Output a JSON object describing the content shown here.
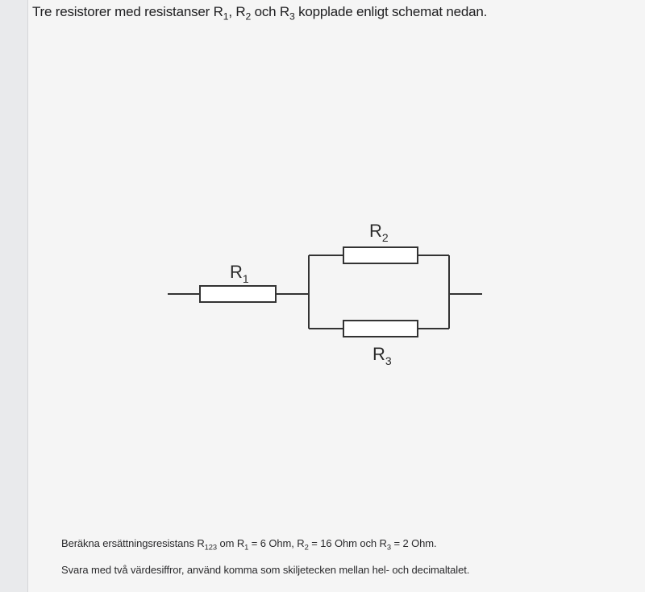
{
  "question": {
    "intro": {
      "text1": "Tre resistorer med resistanser R",
      "s1": "1",
      "text2": ", R",
      "s2": "2",
      "text3": " och R",
      "s3": "3",
      "text4": " kopplade enligt schemat nedan."
    },
    "task": {
      "t1": "Beräkna ersättningsresistans R",
      "s1": "123",
      "t2": " om R",
      "s2": "1",
      "t3": " = 6 Ohm, R",
      "s3": "2",
      "t4": " = 16 Ohm och R",
      "s4": "3",
      "t5": " = 2 Ohm."
    },
    "instruction": "Svara med två värdesiffror, använd komma som skiljetecken mellan hel- och decimaltalet."
  },
  "circuit": {
    "r1": {
      "letter": "R",
      "index": "1"
    },
    "r2": {
      "letter": "R",
      "index": "2"
    },
    "r3": {
      "letter": "R",
      "index": "3"
    }
  }
}
